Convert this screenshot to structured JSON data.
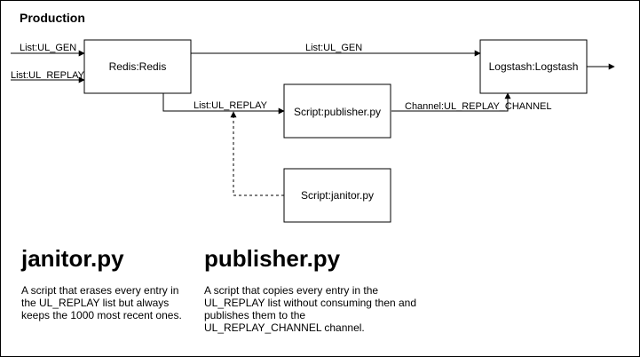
{
  "diagram": {
    "title": "Production",
    "nodes": {
      "redis": "Redis:Redis",
      "logstash": "Logstash:Logstash",
      "publisher": "Script:publisher.py",
      "janitor": "Script:janitor.py"
    },
    "edges": {
      "in_ul_gen": "List:UL_GEN",
      "in_ul_replay": "List:UL_REPLAY",
      "redis_to_logstash": "List:UL_GEN",
      "redis_to_publisher": "List:UL_REPLAY",
      "publisher_to_logstash": "Channel:UL_REPLAY_CHANNEL"
    }
  },
  "notes": {
    "janitor": {
      "heading": "janitor.py",
      "body": "A script that erases every entry in the UL_REPLAY list but always keeps the 1000 most recent ones."
    },
    "publisher": {
      "heading": "publisher.py",
      "body": "A script that copies every entry in the UL_REPLAY list without consuming then and publishes them to the UL_REPLAY_CHANNEL channel."
    }
  }
}
